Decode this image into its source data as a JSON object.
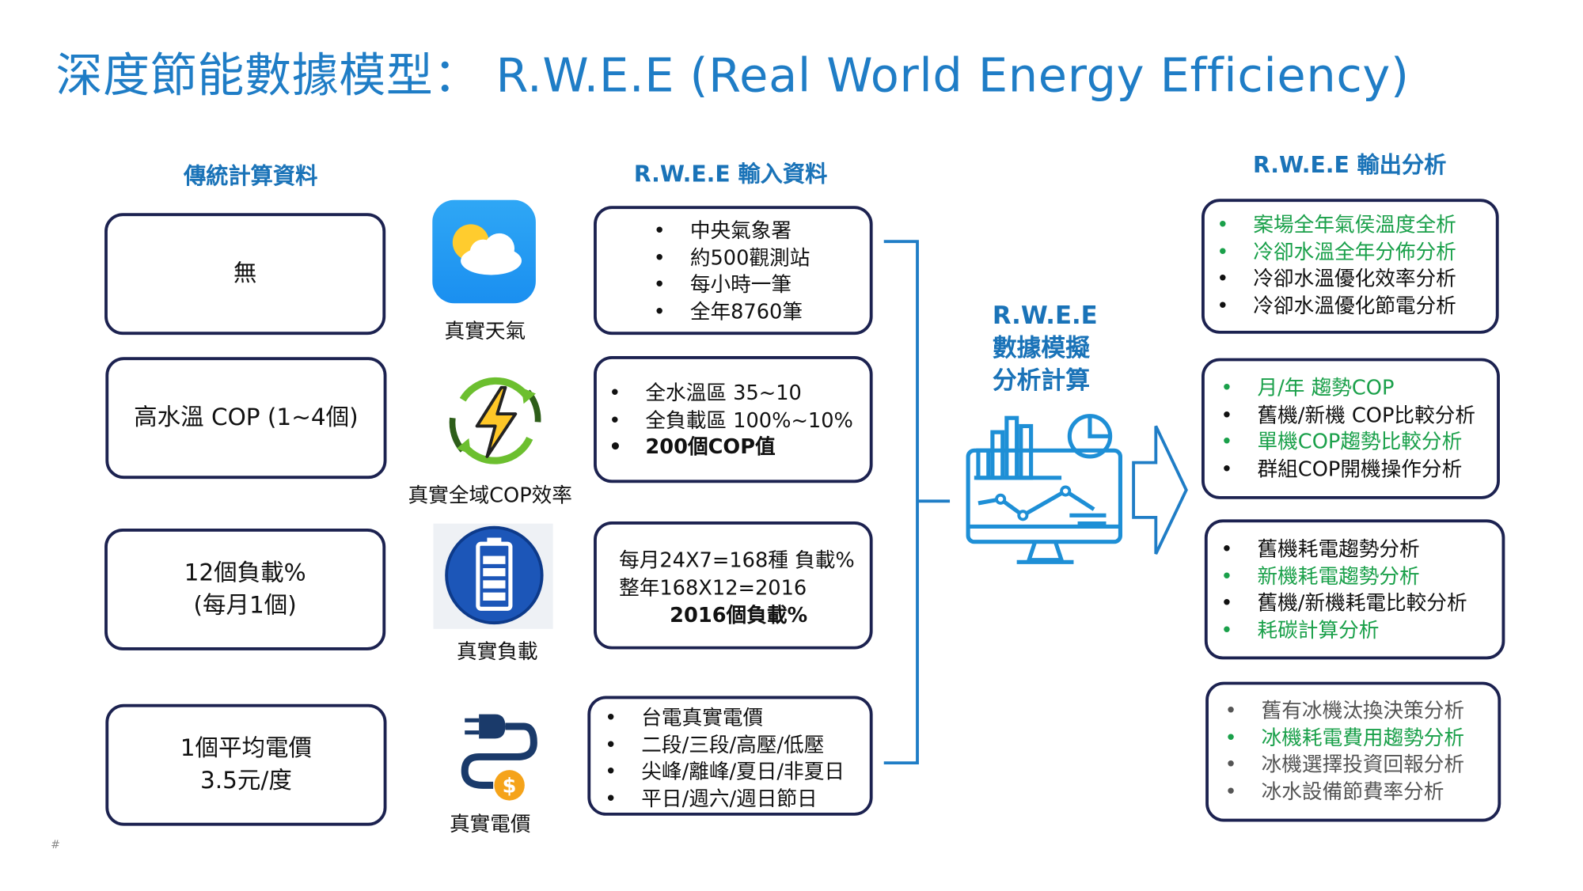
{
  "title": "深度節能數據模型： R.W.E.E (Real World Energy Efficiency)",
  "column_headers": {
    "traditional": "傳統計算資料",
    "input": "R.W.E.E 輸入資料",
    "output": "R.W.E.E 輸出分析"
  },
  "traditional": [
    {
      "lines": [
        "無"
      ]
    },
    {
      "lines": [
        "高水溫 COP (1~4個)"
      ]
    },
    {
      "lines": [
        "12個負載%",
        "(每月1個)"
      ]
    },
    {
      "lines": [
        "1個平均電價",
        "3.5元/度"
      ]
    }
  ],
  "icons": [
    {
      "name": "weather-icon",
      "label": "真實天氣"
    },
    {
      "name": "energy-cycle-icon",
      "label": "真實全域COP效率"
    },
    {
      "name": "battery-icon",
      "label": "真實負載"
    },
    {
      "name": "plug-price-icon",
      "label": "真實電價"
    }
  ],
  "inputs": [
    {
      "bullets": [
        "中央氣象署",
        "約500觀測站",
        "每小時一筆",
        "全年8760筆"
      ]
    },
    {
      "bullets": [
        "全水溫區 35~10",
        "全負載區 100%~10%",
        "200個COP值"
      ]
    },
    {
      "lines": [
        "每月24X7=168種 負載%",
        "整年168X12=2016",
        "2016個負載%"
      ]
    },
    {
      "bullets": [
        "台電真實電價",
        "二段/三段/高壓/低壓",
        "尖峰/離峰/夏日/非夏日",
        "平日/週六/週日節日"
      ]
    }
  ],
  "model": {
    "lines": [
      "R.W.E.E",
      "數據模擬",
      "分析計算"
    ]
  },
  "outputs": [
    {
      "items": [
        {
          "text": "案場全年氣侯溫度全析",
          "color": "green"
        },
        {
          "text": "冷卻水溫全年分佈分析",
          "color": "green"
        },
        {
          "text": "冷卻水溫優化效率分析",
          "color": "black"
        },
        {
          "text": "冷卻水溫優化節電分析",
          "color": "black"
        }
      ]
    },
    {
      "items": [
        {
          "text": "月/年 趨勢COP",
          "color": "green"
        },
        {
          "text": "舊機/新機 COP比較分析",
          "color": "black"
        },
        {
          "text": "單機COP趨勢比較分析",
          "color": "green"
        },
        {
          "text": "群組COP開機操作分析",
          "color": "black"
        }
      ]
    },
    {
      "items": [
        {
          "text": "舊機耗電趨勢分析",
          "color": "black"
        },
        {
          "text": "新機耗電趨勢分析",
          "color": "green"
        },
        {
          "text": "舊機/新機耗電比較分析",
          "color": "black"
        },
        {
          "text": "耗碳計算分析",
          "color": "green"
        }
      ]
    },
    {
      "items": [
        {
          "text": "舊有冰機汰換決策分析",
          "color": "gray"
        },
        {
          "text": "冰機耗電費用趨勢分析",
          "color": "green"
        },
        {
          "text": "冰機選擇投資回報分析",
          "color": "gray"
        },
        {
          "text": "冰水設備節費率分析",
          "color": "gray"
        }
      ]
    }
  ],
  "bullet": "•",
  "page_marker": "#",
  "colors": {
    "blue": "#1f7dc6",
    "green": "#1aa04a",
    "navy": "#1c2250"
  }
}
